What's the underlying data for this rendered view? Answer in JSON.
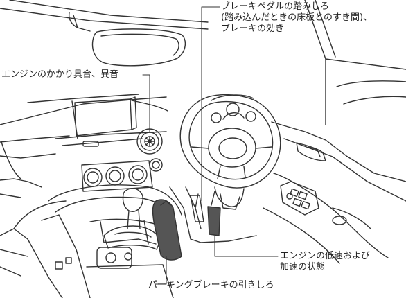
{
  "callouts": {
    "brake": {
      "line1": "ブレーキペダルの踏みしろ",
      "line2": "(踏み込んだときの床板とのすき間)、",
      "line3": "ブレーキの効き"
    },
    "engine": {
      "line1": "エンジンのかかり具合、異音"
    },
    "low_speed": {
      "line1": "エンジンの低速および",
      "line2": "加速の状態"
    },
    "parking": {
      "line1": "パーキングブレーキの引きしろ"
    }
  },
  "colors": {
    "line": "#333333",
    "highlight": "#555555",
    "text": "#222222"
  }
}
